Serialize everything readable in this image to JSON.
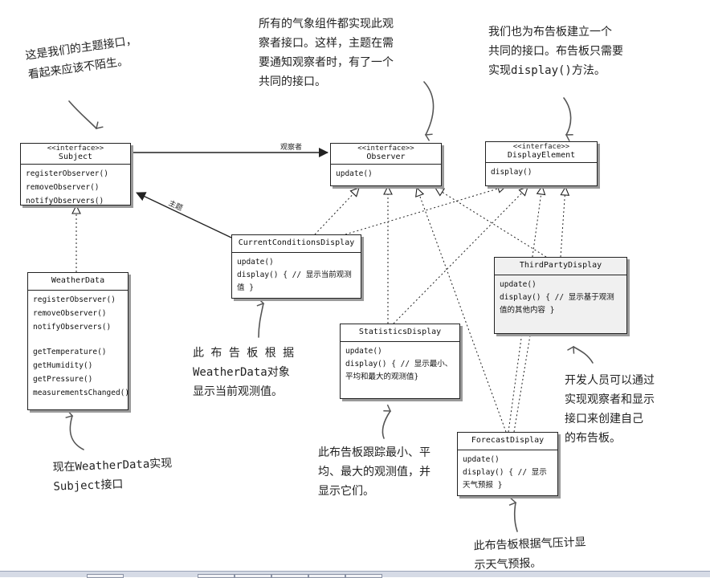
{
  "classes": {
    "subject": {
      "stereotype": "<<interface>>",
      "name": "Subject",
      "methods": [
        "registerObserver()",
        "removeObserver()",
        "notifyObservers()"
      ]
    },
    "observer": {
      "stereotype": "<<interface>>",
      "name": "Observer",
      "methods": [
        "update()"
      ]
    },
    "display_element": {
      "stereotype": "<<interface>>",
      "name": "DisplayElement",
      "methods": [
        "display()"
      ]
    },
    "weather_data": {
      "name": "WeatherData",
      "methods": [
        "registerObserver()",
        "removeObserver()",
        "notifyObservers()"
      ],
      "methods2": [
        "getTemperature()",
        "getHumidity()",
        "getPressure()",
        "measurementsChanged()"
      ]
    },
    "current_conditions": {
      "name": "CurrentConditionsDisplay",
      "methods": [
        "update()",
        "display() { // 显示当前观测值 }"
      ]
    },
    "statistics": {
      "name": "StatisticsDisplay",
      "methods": [
        "update()",
        "display() { // 显示最小、平均和最大的观测值}"
      ]
    },
    "third_party": {
      "name": "ThirdPartyDisplay",
      "methods": [
        "update()",
        "display() { // 显示基于观测值的其他内容 }"
      ]
    },
    "forecast": {
      "name": "ForecastDisplay",
      "methods": [
        "update()",
        "display() { // 显示天气预报 }"
      ]
    }
  },
  "associations": {
    "observers_label": "观察者",
    "subject_label": "主题"
  },
  "notes": {
    "subject_note": "这是我们的主题接口，\n看起来应该不陌生。",
    "observer_note": "所有的气象组件都实现此观\n察者接口。这样，主题在需\n要通知观察者时，有了一个\n共同的接口。",
    "display_note": "我们也为布告板建立一个\n共同的接口。布告板只需要\n实现display()方法。",
    "weatherdata_note": "现在WeatherData实现\nSubject接口",
    "current_note": "此 布 告 板 根 据\nWeatherData对象\n显示当前观测值。",
    "statistics_note": "此布告板跟踪最小、平\n均、最大的观测值，并\n显示它们。",
    "thirdparty_note": "开发人员可以通过\n实现观察者和显示\n接口来创建自己\n的布告板。",
    "forecast_note": "此布告板根据气压计显\n示天气预报。"
  }
}
